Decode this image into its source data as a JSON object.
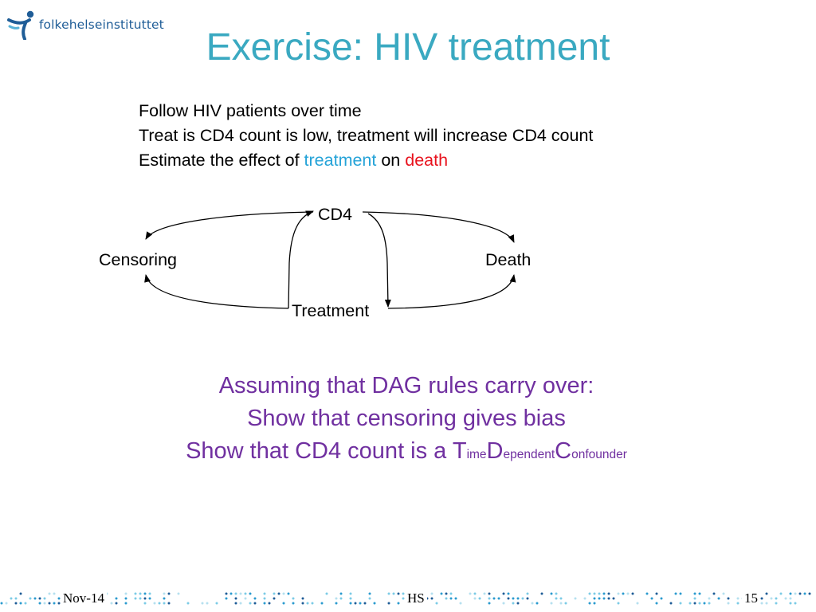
{
  "logo": {
    "text": "folkehelseinstituttet"
  },
  "title": "Exercise: HIV treatment",
  "bullets": [
    "Follow HIV patients over time",
    "Treat is CD4 count is low, treatment will increase CD4 count"
  ],
  "estimate": {
    "prefix": "Estimate the effect of ",
    "treatment": "treatment",
    "middle": " on ",
    "death": "death"
  },
  "dag": {
    "nodes": {
      "cd4": "CD4",
      "censoring": "Censoring",
      "death": "Death",
      "treatment": "Treatment"
    }
  },
  "exercise": {
    "line1": "Assuming that DAG rules carry over:",
    "line2": "Show that censoring gives bias",
    "line3_prefix": "Show that CD4 count is a ",
    "t_big": "T",
    "t_small": "ime",
    "d_big": "D",
    "d_small": "ependent",
    "c_big": "C",
    "c_small": "onfounder"
  },
  "footer": {
    "date": "Nov-14",
    "author": "HS",
    "page": "15"
  },
  "colors": {
    "title": "#3aa9c1",
    "treatment": "#25a3d8",
    "death": "#e8121d",
    "exercise": "#7030a0",
    "logo": "#1f5d97"
  }
}
